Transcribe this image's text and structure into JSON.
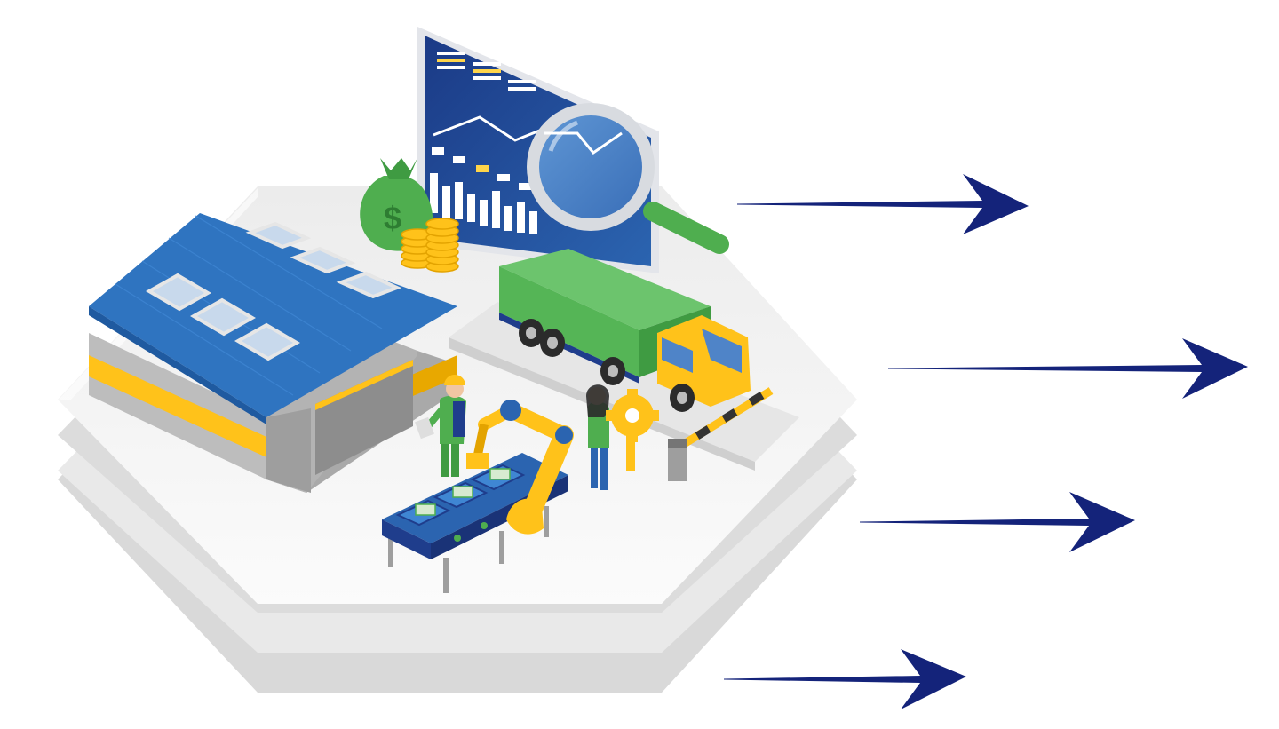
{
  "scene": {
    "elements": [
      "hexagon-platform",
      "warehouse",
      "analytics-monitor",
      "magnifying-glass",
      "money-bag",
      "coin-stack",
      "cargo-truck",
      "barrier-gate",
      "conveyor-belt",
      "robotic-arm",
      "factory-worker",
      "woman-with-gear"
    ],
    "arrow_count": 4
  },
  "colors": {
    "arrow": "#14237a",
    "platform_top": "#f4f4f4",
    "platform_side": "#d9d9d9",
    "roof_blue": "#2f74c0",
    "accent_yellow": "#ffc21a",
    "truck_green": "#55b556",
    "monitor_navy": "#1f3d8c",
    "money_green": "#4fae4f"
  }
}
